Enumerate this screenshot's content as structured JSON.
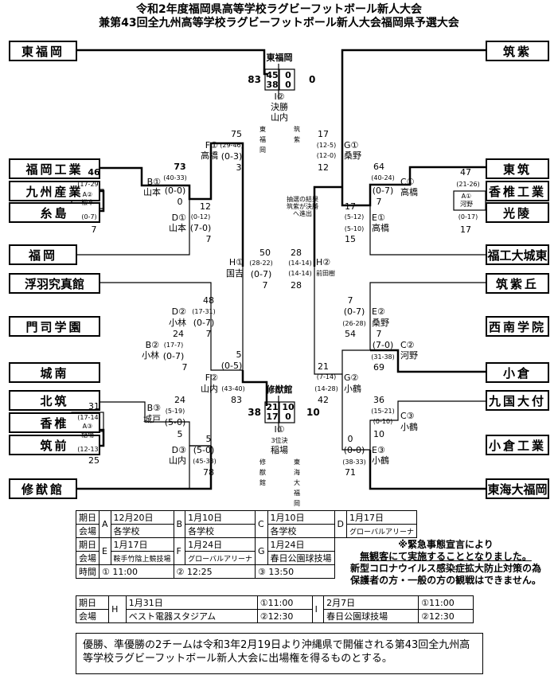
{
  "header": {
    "line1": "令和2年度福岡県高等学校ラグビーフットボール新人大会",
    "line2": "兼第43回全九州高等学校ラグビーフットボール新人大会福岡県予選大会"
  },
  "teams": {
    "left": [
      "東福岡",
      "福岡工業",
      "九州産業",
      "糸島",
      "福岡",
      "浮羽究真館",
      "門司学園",
      "城南",
      "北筑",
      "香椎",
      "筑前",
      "修猷館"
    ],
    "right": [
      "筑紫",
      "東筑",
      "香椎工業",
      "光陵",
      "福工大城東",
      "筑紫丘",
      "西南学院",
      "小倉",
      "九国大付",
      "小倉工業",
      "東海大福岡"
    ]
  },
  "final": {
    "team_top": "東福岡",
    "score_h1": "45",
    "score_h1b": "0",
    "score_h2": "38",
    "score_h2b": "0",
    "total_left": "83",
    "total_right": "0",
    "code": "I②",
    "name": "決勝",
    "ref": "山内",
    "vert_left": "東福岡",
    "vert_right": "筑紫"
  },
  "third": {
    "team_top": "修猷館",
    "score_h1": "21",
    "score_h1b": "10",
    "score_h2": "17",
    "score_h2b": "0",
    "total_left": "38",
    "total_right": "10",
    "code": "I①",
    "name": "3位決",
    "ref": "稲場",
    "vert_left": "修猷館",
    "vert_right": "東海大福岡"
  },
  "lottery_note": "抽選の結果筑紫が決勝へ進出",
  "matches": {
    "A2": {
      "code": "A②",
      "ref": "松本",
      "s1": "46",
      "h": "(17-29)",
      "h2": "(0-7)",
      "s2": "7"
    },
    "B1": {
      "code": "B①",
      "ref": "山本",
      "s1": "73",
      "h": "(40-33)",
      "h2": "(0-0)",
      "s2": "0"
    },
    "D1": {
      "code": "D①",
      "ref": "山本",
      "s1": "12",
      "h": "(0-12)",
      "h2": "(7-0)",
      "s2": "7"
    },
    "F1": {
      "code": "F①",
      "ref": "高橋",
      "s1": "75",
      "h": "(29-46)",
      "h2": "(0-3)",
      "s2": "3"
    },
    "H1": {
      "code": "H①",
      "ref": "国吉",
      "s1": "50",
      "h": "(28-22)",
      "h2": "(0-7)",
      "s2": "7"
    },
    "D2": {
      "code": "D②",
      "ref": "小林",
      "s1": "48",
      "h": "(17-31)",
      "h2": "(0-7)",
      "s2": "7"
    },
    "B2": {
      "code": "B②",
      "ref": "小林",
      "s1": "24",
      "h": "(17-7)",
      "h2": "(0-7)",
      "s2": "7"
    },
    "F2": {
      "code": "F②",
      "ref": "山内",
      "s1": "5",
      "h": "(0-5)",
      "h2": "(43-40)",
      "s2": "83"
    },
    "A3": {
      "code": "A③",
      "ref": "稲場",
      "s1": "31",
      "h": "(17-14)",
      "h2": "(12-13)",
      "s2": "25"
    },
    "B3": {
      "code": "B③",
      "ref": "城戸",
      "s1": "24",
      "h": "(5-19)",
      "h2": "(5-0)",
      "s2": "5"
    },
    "D3": {
      "code": "D③",
      "ref": "山内",
      "s1": "5",
      "h": "(5-0)",
      "h2": "(45-33)",
      "s2": "78"
    },
    "G1": {
      "code": "G①",
      "ref": "桑野",
      "s1": "17",
      "h": "(12-5)",
      "h2": "(12-0)",
      "s2": "12"
    },
    "C1": {
      "code": "C①",
      "ref": "高橋",
      "s1": "64",
      "h": "(40-24)",
      "h2": "(0-7)",
      "s2": "7"
    },
    "A1": {
      "code": "A①",
      "ref": "河野",
      "s1": "47",
      "h": "(21-26)",
      "h2": "(0-17)",
      "s2": "17"
    },
    "E1": {
      "code": "E①",
      "ref": "高橋",
      "s1": "17",
      "h": "(5-12)",
      "h2": "(5-10)",
      "s2": "15"
    },
    "H2": {
      "code": "H②",
      "ref": "前田樹",
      "s1": "28",
      "h": "(14-14)",
      "h2": "(14-14)",
      "s2": "28"
    },
    "E2": {
      "code": "E②",
      "ref": "桑野",
      "s1": "7",
      "h": "(0-7)",
      "h2": "(26-28)",
      "s2": "54"
    },
    "C2": {
      "code": "C②",
      "ref": "河野",
      "s1": "7",
      "h": "(7-0)",
      "h2": "(31-38)",
      "s2": "69"
    },
    "G2": {
      "code": "G②",
      "ref": "小鶴",
      "s1": "21",
      "h": "(7-14)",
      "h2": "(14-28)",
      "s2": "42"
    },
    "C3": {
      "code": "C③",
      "ref": "小鶴",
      "s1": "36",
      "h": "(15-21)",
      "h2": "(0-10)",
      "s2": "10"
    },
    "E3": {
      "code": "E③",
      "ref": "小鶴",
      "s1": "0",
      "h": "(0-0)",
      "h2": "(38-33)",
      "s2": "71"
    }
  },
  "schedule": {
    "date_label": "期日",
    "venue_label": "会場",
    "time_label": "時間",
    "A": {
      "letter": "A",
      "date": "12月20日",
      "venue": "各学校"
    },
    "B": {
      "letter": "B",
      "date": "1月10日",
      "venue": "各学校"
    },
    "C": {
      "letter": "C",
      "date": "1月10日",
      "venue": "各学校"
    },
    "D": {
      "letter": "D",
      "date": "1月17日",
      "venue": "グローバルアリーナ"
    },
    "E": {
      "letter": "E",
      "date": "1月17日",
      "venue": "鞍手竹陰上競技場"
    },
    "F": {
      "letter": "F",
      "date": "1月24日",
      "venue": "グローバルアリーナ"
    },
    "G": {
      "letter": "G",
      "date": "1月24日",
      "venue": "春日公園球技場"
    },
    "times": [
      "① 11:00",
      "② 12:25",
      "③ 13:50"
    ],
    "H": {
      "letter": "H",
      "date": "1月31日",
      "venue": "ベスト電器スタジアム",
      "t1": "①11:00",
      "t2": "②12:30"
    },
    "I": {
      "letter": "I",
      "date": "2月7日",
      "venue": "春日公園球技場",
      "t1": "①11:00",
      "t2": "②12:30"
    }
  },
  "notice": {
    "line1": "※緊急事態宣言により",
    "line2": "無観客にて実施することとなりました。",
    "line3": "新型コロナウイルス感染症拡大防止対策の為",
    "line4": "保護者の方・一般の方の観戦はできません。"
  },
  "footer_note": "優勝、準優勝の2チームは令和3年2月19日より沖縄県で開催される第43回全九州高等学校ラグビーフットボール新人大会に出場権を得るものとする。"
}
